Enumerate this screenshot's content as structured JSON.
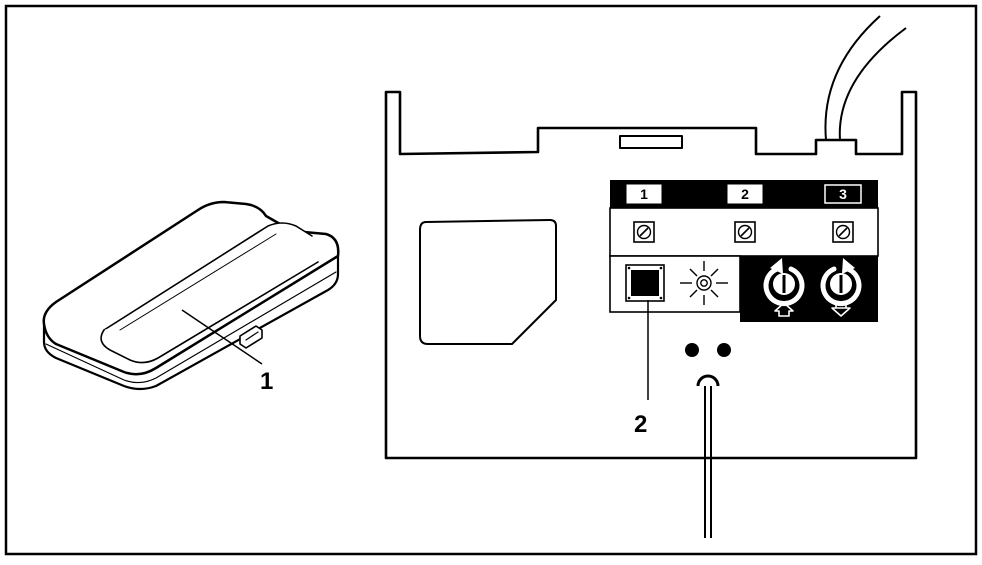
{
  "figure": {
    "callouts": [
      {
        "label": "1"
      },
      {
        "label": "2"
      }
    ],
    "control_panel": {
      "sections": [
        {
          "label": "1"
        },
        {
          "label": "2"
        },
        {
          "label": "3"
        }
      ]
    }
  },
  "colors": {
    "line": "#000000",
    "background": "#ffffff"
  }
}
